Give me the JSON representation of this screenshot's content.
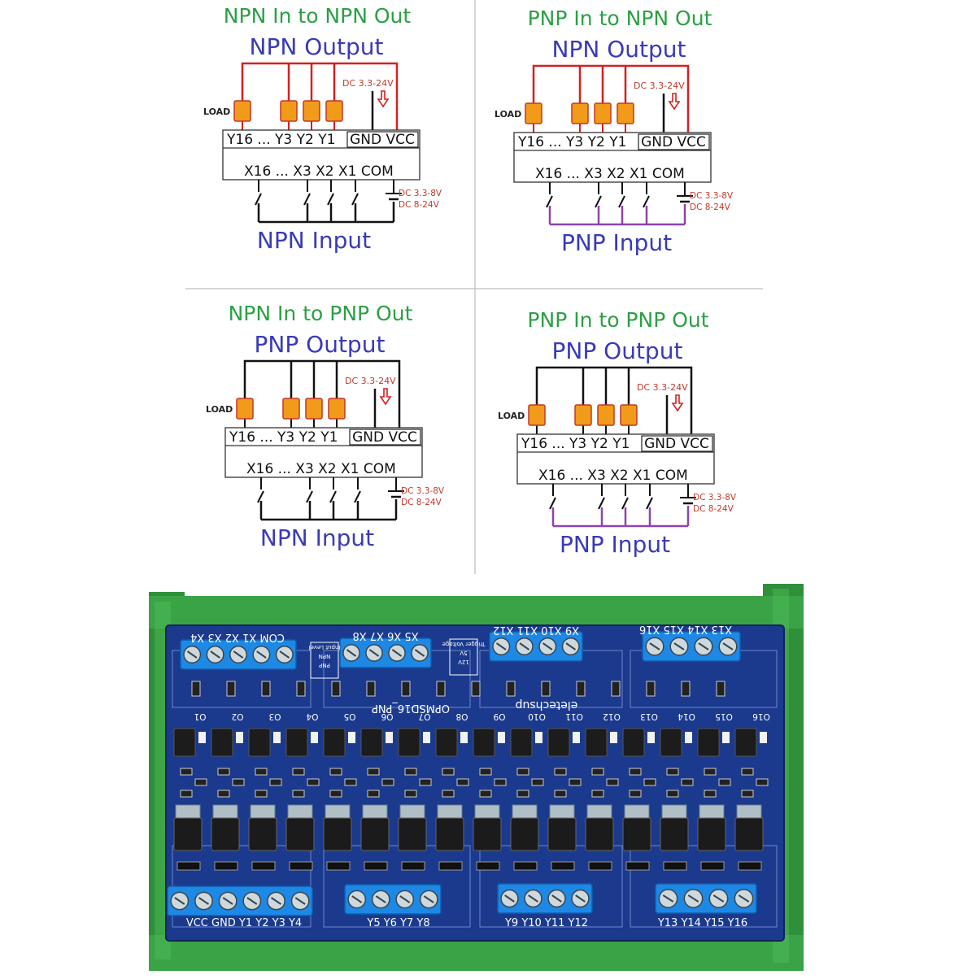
{
  "colors": {
    "green_title": "#2aa043",
    "blue_title": "#3a3ab8",
    "red_wire": "#d42020",
    "purple_wire": "#8e44ad",
    "load_orange": "#f29a1a",
    "pcb_blue": "#1b3a8e",
    "rail_green": "#2f8f3a",
    "terminal_blue": "#1e88e5"
  },
  "diagrams": [
    {
      "title": "NPN In to NPN Out",
      "output_label": "NPN Output",
      "input_label": "NPN Input",
      "output_wire": "red",
      "input_wire": "black",
      "load_label": "LOAD",
      "supply_out": "DC 3.3-24V",
      "outputs_row": "Y16 ... Y3 Y2 Y1",
      "gnd_vcc": "GND VCC",
      "inputs_row": "X16 ... X3 X2 X1 COM",
      "supply_in_1": "DC 3.3-8V",
      "supply_in_2": "DC 8-24V"
    },
    {
      "title": "PNP In to NPN Out",
      "output_label": "NPN Output",
      "input_label": "PNP Input",
      "output_wire": "red",
      "input_wire": "purple",
      "load_label": "LOAD",
      "supply_out": "DC 3.3-24V",
      "outputs_row": "Y16 ... Y3 Y2 Y1",
      "gnd_vcc": "GND VCC",
      "inputs_row": "X16 ... X3 X2 X1 COM",
      "supply_in_1": "DC 3.3-8V",
      "supply_in_2": "DC 8-24V"
    },
    {
      "title": "NPN In to PNP Out",
      "output_label": "PNP Output",
      "input_label": "NPN Input",
      "output_wire": "black",
      "input_wire": "black",
      "load_label": "LOAD",
      "supply_out": "DC 3.3-24V",
      "outputs_row": "Y16 ... Y3 Y2 Y1",
      "gnd_vcc": "GND VCC",
      "inputs_row": "X16 ... X3 X2 X1 COM",
      "supply_in_1": "DC 3.3-8V",
      "supply_in_2": "DC 8-24V"
    },
    {
      "title": "PNP In to PNP Out",
      "output_label": "PNP Output",
      "input_label": "PNP Input",
      "output_wire": "black",
      "input_wire": "purple",
      "load_label": "LOAD",
      "supply_out": "DC 3.3-24V",
      "outputs_row": "Y16 ... Y3 Y2 Y1",
      "gnd_vcc": "GND VCC",
      "inputs_row": "X16 ... X3 X2 X1 COM",
      "supply_in_1": "DC 3.3-8V",
      "supply_in_2": "DC 8-24V"
    }
  ],
  "board": {
    "model": "OPMSD16_PNP",
    "brand": "eletechsup",
    "top_terminals": [
      {
        "label": "COM X1 X2 X3 X4"
      },
      {
        "label": "X5 X6 X7 X8"
      },
      {
        "label": "X9 X10 X11 X12"
      },
      {
        "label": "X13 X14 X15 X16"
      }
    ],
    "bottom_terminals": [
      {
        "label": "VCC GND Y1 Y2 Y3 Y4"
      },
      {
        "label": "Y5 Y6 Y7 Y8"
      },
      {
        "label": "Y9 Y10 Y11 Y12"
      },
      {
        "label": "Y13 Y14 Y15 Y16"
      }
    ],
    "input_level": [
      "Input Level",
      "NPN",
      "PNP"
    ],
    "trigger_voltage": [
      "Trigger Voltage",
      "5V",
      "12V"
    ],
    "channel_labels": [
      "O1",
      "O2",
      "O3",
      "O4",
      "O5",
      "O6",
      "O7",
      "O8",
      "O9",
      "O10",
      "O11",
      "O12",
      "O13",
      "O14",
      "O15",
      "O16"
    ]
  }
}
